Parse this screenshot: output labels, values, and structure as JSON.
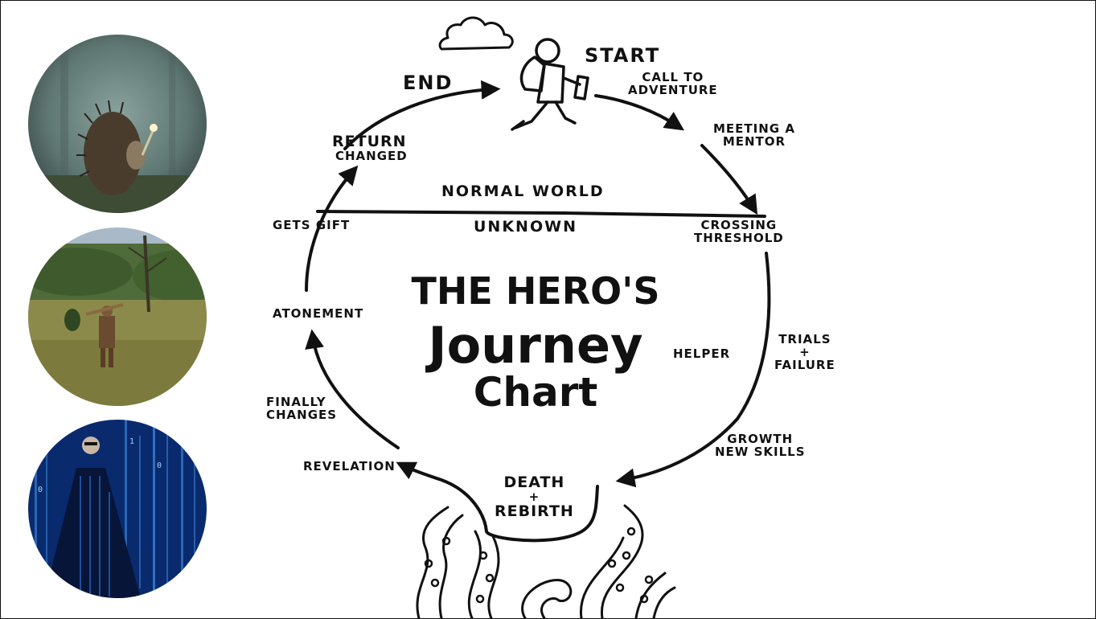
{
  "title": {
    "line1": "THE HERO'S",
    "line2": "Journey",
    "line3": "Chart"
  },
  "labels": {
    "start": "START",
    "end": "END",
    "call_to_adventure_1": "CALL TO",
    "call_to_adventure_2": "ADVENTURE",
    "meeting_mentor_1": "MEETING A",
    "meeting_mentor_2": "MENTOR",
    "crossing_1": "CROSSING",
    "crossing_2": "THRESHOLD",
    "normal_world": "NORMAL WORLD",
    "unknown": "UNKNOWN",
    "trials_1": "TRIALS",
    "trials_2": "+",
    "trials_3": "FAILURE",
    "helper": "HELPER",
    "growth_1": "GROWTH",
    "growth_2": "NEW SKILLS",
    "death_1": "DEATH",
    "death_2": "+",
    "death_3": "REBIRTH",
    "revelation": "REVELATION",
    "finally_1": "FINALLY",
    "finally_2": "CHANGES",
    "atonement": "ATONEMENT",
    "gets_gift": "GETS GIFT",
    "return_1": "RETURN",
    "return_2": "CHANGED"
  },
  "thumbnails": [
    {
      "name": "hedgehog-in-fog"
    },
    {
      "name": "wanderer-in-field"
    },
    {
      "name": "matrix-code-figure"
    }
  ]
}
